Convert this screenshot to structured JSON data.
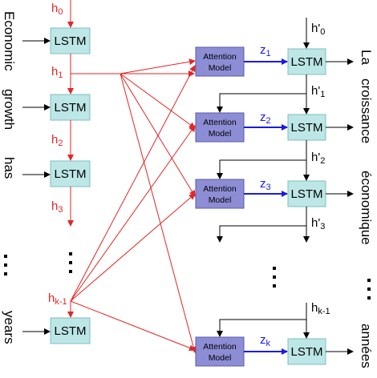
{
  "encoder": {
    "cell_label": "LSTM",
    "hidden": {
      "h0": "h",
      "h0_sub": "0",
      "h1": "h",
      "h1_sub": "1",
      "h2": "h",
      "h2_sub": "2",
      "h3": "h",
      "h3_sub": "3",
      "hk1": "h",
      "hk1_sub": "k-1"
    },
    "input_words": [
      "Economic",
      "growth",
      "has",
      "years"
    ]
  },
  "decoder": {
    "cell_label": "LSTM",
    "attention_line1": "Attention",
    "attention_line2": "Model",
    "states": {
      "s0": "h'",
      "s0_sub": "0",
      "s1": "h'",
      "s1_sub": "1",
      "s2": "h'",
      "s2_sub": "2",
      "s3": "h'",
      "s3_sub": "3",
      "sk1": "h",
      "sk1_sub": "k-1"
    },
    "contexts": {
      "z1": "z",
      "z1_sub": "1",
      "z2": "z",
      "z2_sub": "2",
      "z3": "z",
      "z3_sub": "3",
      "zk": "z",
      "zk_sub": "k"
    },
    "output_words": [
      "La",
      "croissance",
      "économique",
      "années"
    ]
  },
  "colors": {
    "encoder_arrow": "#e32626",
    "context_arrow": "#1a1ae6",
    "lstm_fill": "#bde6e6",
    "attention_fill": "#8d8dd6"
  }
}
